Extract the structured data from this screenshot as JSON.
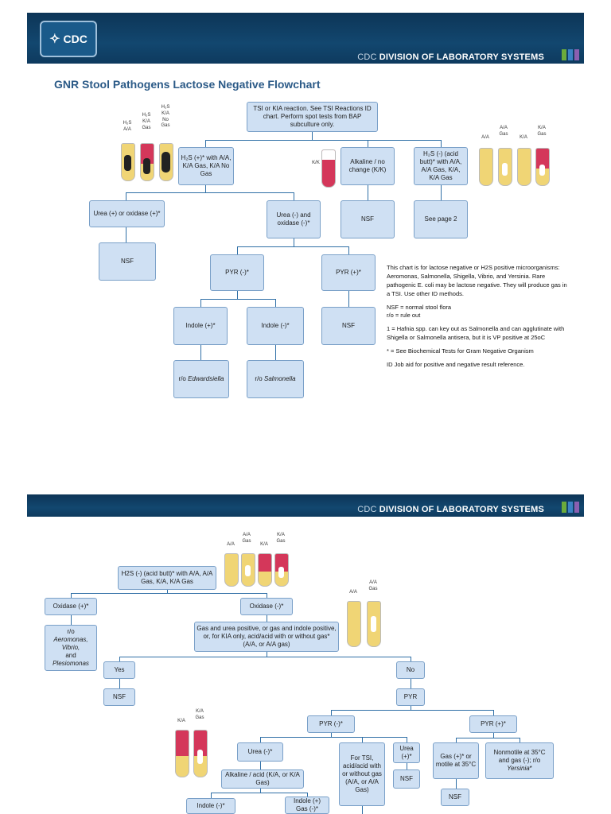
{
  "header": {
    "logo_text": "CDC",
    "cdc_prefix": "CDC",
    "division": "DIVISION OF LABORATORY SYSTEMS"
  },
  "slide1": {
    "title": "GNR Stool Pathogens Lactose Negative Flowchart",
    "tubes_left_labels": [
      "H₂S\nA/A",
      "H₂S\nK/A\nGas",
      "H₂S\nK/A\nNo\nGas"
    ],
    "tubes_right_labels": [
      "A/A",
      "A/A\nGas",
      "K/A",
      "K/A\nGas"
    ],
    "kk_label": "K/K",
    "boxes": {
      "tsi": "TSI or KIA reaction. See TSI Reactions ID chart. Perform spot tests from BAP subculture only.",
      "h2s_pos": "H₂S (+)* with A/A, K/A Gas, K/A No Gas",
      "alkaline": "Alkaline / no change  (K/K)",
      "h2s_neg": "H₂S (-) (acid butt)* with A/A, A/A Gas, K/A, K/A Gas",
      "urea_pos": "Urea (+) or oxidase (+)*",
      "urea_neg": "Urea (-) and oxidase (-)*",
      "nsf_alk": "NSF",
      "see_page": "See page 2",
      "nsf_urea": "NSF",
      "pyr_neg": "PYR (-)*",
      "pyr_pos": "PYR (+)*",
      "indole_pos": "Indole (+)*",
      "indole_neg": "Indole (-)*",
      "nsf_pyr": "NSF",
      "ro_edw_prefix": "r/o ",
      "ro_edw": "Edwardsiella",
      "ro_sal_prefix": "r/o ",
      "ro_sal": "Salmonella"
    },
    "notes": [
      "This chart is for lactose negative or H2S positive microorganisms: Aeromonas, Salmonella, Shigella, Vibrio, and Yersinia. Rare pathogenic E. coli may be lactose negative. They will produce gas in a TSI. Use other ID methods.",
      "NSF = normal stool flora\nr/o = rule out",
      "1 = Hafnia spp. can key out as Salmonella and can agglutinate with Shigella or Salmonella antisera, but it is VP positive at 25oC",
      "* = See Biochemical Tests for Gram Negative Organism",
      "ID Job aid for positive and negative result reference."
    ]
  },
  "slide2": {
    "tubes_top_labels": [
      "A/A",
      "A/A\nGas",
      "K/A",
      "K/A\nGas"
    ],
    "tubes_mid_labels": [
      "A/A",
      "A/A\nGas"
    ],
    "tubes_left_labels": [
      "K/A",
      "K/A\nGas"
    ],
    "boxes": {
      "h2s": "H2S (-) (acid butt)* with A/A, A/A Gas, K/A, K/A Gas",
      "ox_pos": "Oxidase (+)*",
      "ox_neg": "Oxidase (-)*",
      "ro_prefix": "r/o",
      "ro_genera": "Aeromonas, Vibrio,",
      "ro_and": "and",
      "ro_plesio": "Plesiomonas",
      "gas_urea": "Gas and urea positive, or gas and indole positive, or, for KIA only, acid/acid with or without gas* (A/A, or  A/A gas)",
      "yes": "Yes",
      "no": "No",
      "nsf_yes": "NSF",
      "pyr": "PYR",
      "pyr_neg": "PYR (-)*",
      "pyr_pos": "PYR (+)*",
      "urea_neg": "Urea (-)*",
      "for_tsi": "For TSI, acid/acid with or without gas (A/A, or A/A Gas)",
      "urea_pos": "Urea (+)*",
      "nsf_urea": "NSF",
      "gas_pos": "Gas (+)* or motile at 35°C",
      "nonmotile": "Nonmotile at 35°C and gas (-); r/o",
      "yersinia": "Yersinia",
      "alk_acid": "Alkaline / acid (K/A, or K/A Gas)",
      "nsf_gas": "NSF",
      "indole_neg": "Indole (-)*",
      "indole_pos": "Indole (+) Gas (-)*"
    }
  },
  "colors": {
    "banner": "#0e3a5e",
    "box_fill": "#cfe0f3",
    "box_border": "#7aa0c8",
    "line": "#2f6fa6",
    "title": "#2b5a87",
    "tube_yellow": "#f0d575",
    "tube_red": "#d4375a",
    "bar_green": "#6bab3b",
    "bar_blue": "#3b82c4",
    "bar_purple": "#8a5fb0"
  }
}
